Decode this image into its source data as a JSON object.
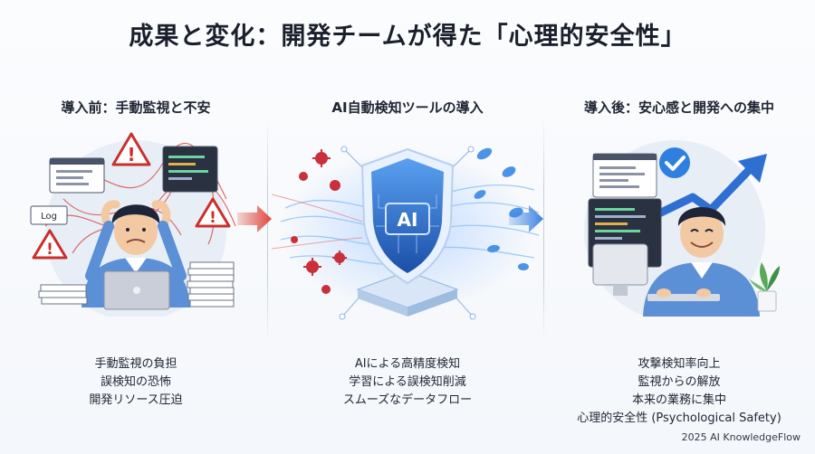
{
  "title": "成果と変化：開発チームが得た「心理的安全性」",
  "columns": [
    {
      "heading": "導入前：手動監視と不安",
      "log_label": "Log",
      "bullets": [
        "手動監視の負担",
        "誤検知の恐怖",
        "開発リソース圧迫"
      ]
    },
    {
      "heading": "AI自動検知ツールの導入",
      "shield_label": "AI",
      "bullets": [
        "AIによる高精度検知",
        "学習による誤検知削減",
        "スムーズなデータフロー"
      ]
    },
    {
      "heading": "導入後：安心感と開発への集中",
      "bullets": [
        "攻撃検知率向上",
        "監視からの解放",
        "本来の業務に集中",
        "心理的安全性 (Psychological Safety)"
      ]
    }
  ],
  "footer": "2025 AI KnowledgeFlow",
  "colors": {
    "warning_red": "#d93636",
    "arrow_red": "#e0463e",
    "arrow_blue": "#3c82e0",
    "shirt_blue": "#5b8fd6",
    "shield_blue": "#2f6fd1",
    "check_blue": "#2f7fe0"
  }
}
